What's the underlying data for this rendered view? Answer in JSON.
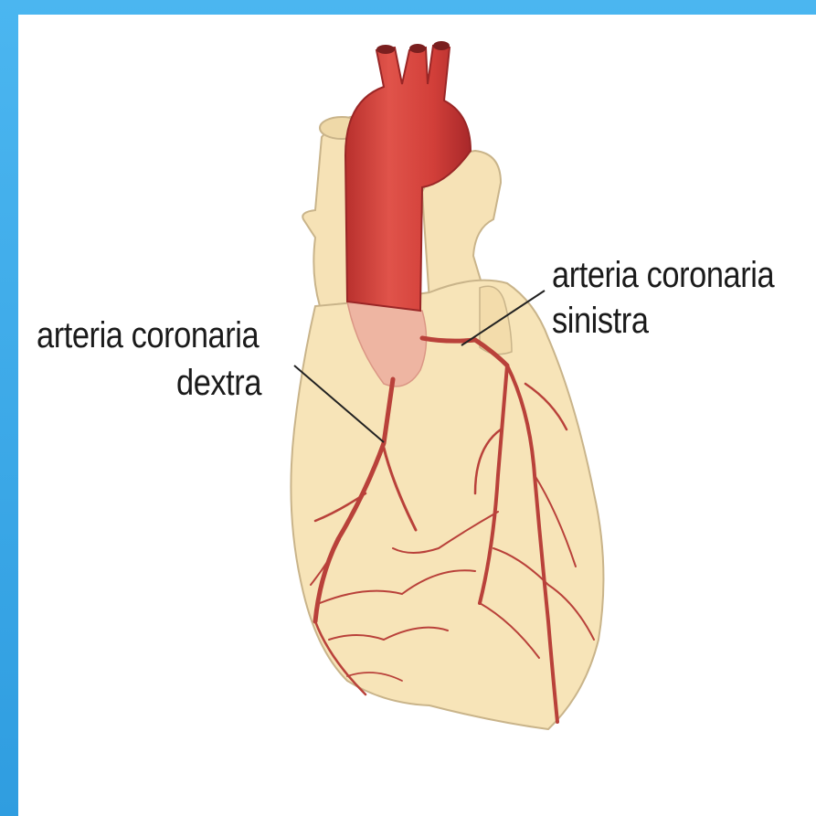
{
  "labels": {
    "right_coronary": {
      "line1": "arteria coronaria",
      "line2": "dextra"
    },
    "left_coronary": {
      "line1": "arteria coronaria",
      "line2": "sinistra"
    }
  },
  "colors": {
    "frame": "#3aa9e8",
    "heart_fill": "#f7e4b8",
    "heart_outline": "#c9b48a",
    "aorta": "#d8403a",
    "artery": "#b9413a",
    "leader": "#222222"
  }
}
